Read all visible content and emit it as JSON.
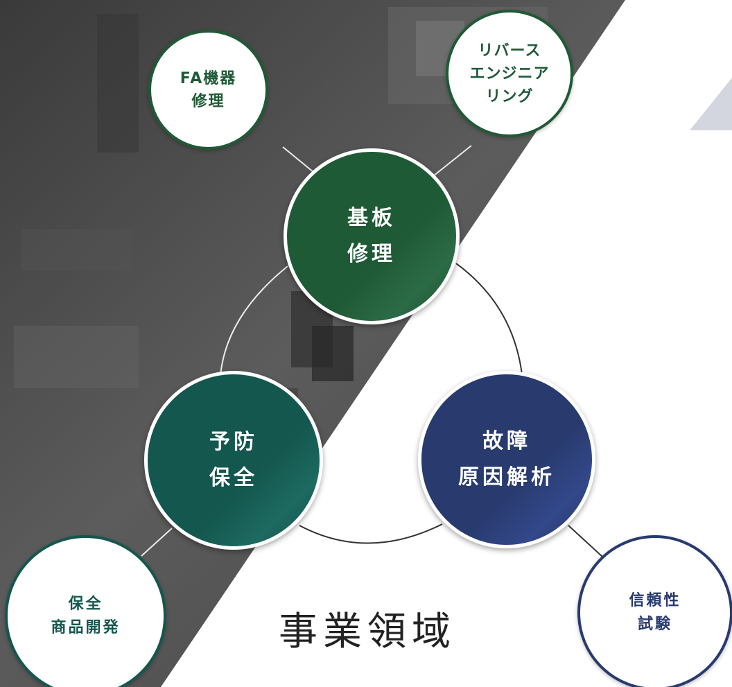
{
  "title": "事業領域",
  "nodes": {
    "pcb_repair": {
      "line1": "基板",
      "line2": "修理"
    },
    "preventive_maintenance": {
      "line1": "予防",
      "line2": "保全"
    },
    "failure_analysis": {
      "line1": "故障",
      "line2": "原因解析"
    },
    "fa_equipment_repair": {
      "line1": "FA機器",
      "line2": "修理"
    },
    "reverse_engineering": {
      "line1": "リバース",
      "line2": "エンジニア",
      "line3": "リング"
    },
    "maintenance_product_dev": {
      "line1": "保全",
      "line2": "商品開発"
    },
    "reliability_test": {
      "line1": "信頼性",
      "line2": "試験"
    }
  },
  "colors": {
    "green": "#1f5a36",
    "teal": "#14574f",
    "navy": "#283a6e",
    "background_photo": "#4a4a4a",
    "decorative_triangle": "#d3d6de"
  }
}
